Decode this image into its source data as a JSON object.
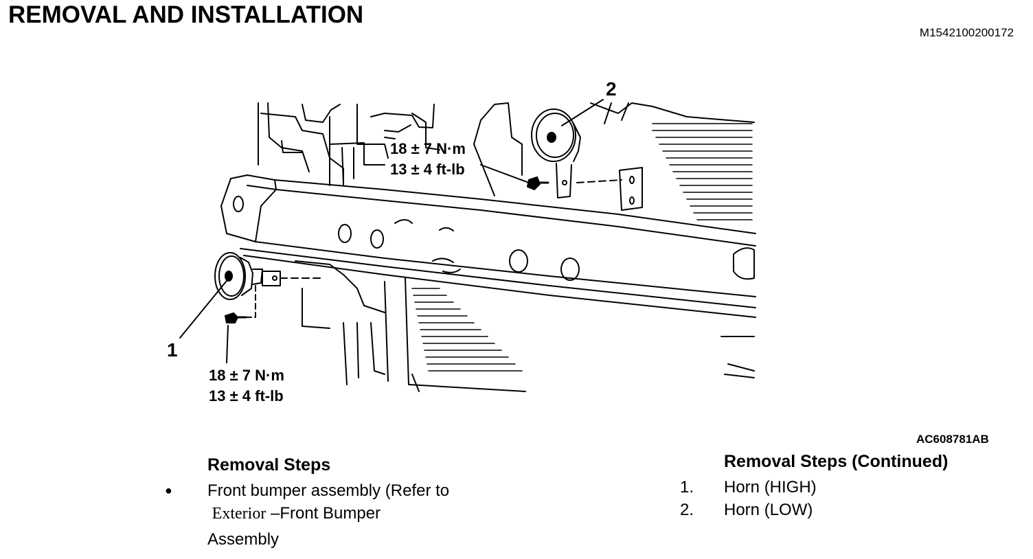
{
  "header": {
    "title": "REMOVAL AND INSTALLATION",
    "doc_id": "M1542100200172"
  },
  "figure": {
    "code": "AC608781AB",
    "callouts": {
      "one": "1",
      "two": "2"
    },
    "torque_top": {
      "metric": "18 ± 7 N·m",
      "imperial": "13 ± 4 ft-lb"
    },
    "torque_bottom": {
      "metric": "18 ± 7 N·m",
      "imperial": "13 ± 4 ft-lb"
    }
  },
  "removal_steps": {
    "heading": "Removal Steps",
    "items": [
      {
        "marker": "●",
        "text_line1": "Front bumper assembly (Refer to",
        "ref_serif": "Exterior",
        "ref_dash": " –Front Bumper",
        "text_line3": "Assembly"
      }
    ]
  },
  "removal_steps_continued": {
    "heading": "Removal Steps (Continued)",
    "items": [
      {
        "number": "1.",
        "label": "Horn (HIGH)"
      },
      {
        "number": "2.",
        "label": "Horn (LOW)"
      }
    ]
  }
}
